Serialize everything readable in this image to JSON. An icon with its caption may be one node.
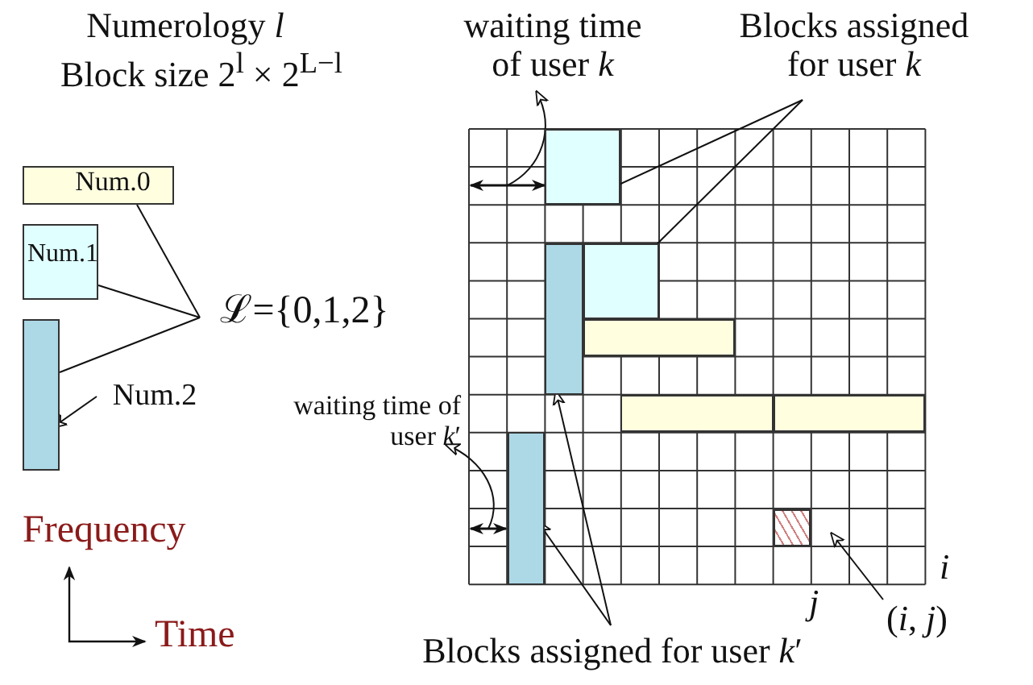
{
  "diagram": {
    "nodes": [
      {
        "text": [
          "Num.0"
        ]
      },
      {
        "text": [
          "Num.1"
        ]
      },
      {
        "text": [],
        "shape": "bar"
      },
      {
        "text": [
          "Num.2"
        ]
      },
      {
        "text": [
          "ℒ={0,1,2}"
        ]
      },
      {
        "text": [
          "waiting time of user *k*"
        ]
      },
      {
        "text": [],
        "shape": "arrow"
      },
      {
        "text": [
          "Blocks assigned for user *k*"
        ]
      },
      {
        "text": [],
        "shape": "box"
      },
      {
        "text": [],
        "shape": "box"
      },
      {
        "text": [],
        "shape": "box"
      },
      {
        "text": [],
        "shape": "box"
      },
      {
        "text": [],
        "shape": "box"
      },
      {
        "text": [],
        "shape": "box"
      },
      {
        "text": [],
        "shape": "box"
      },
      {
        "text": [],
        "shape": "box"
      },
      {
        "text": [
          "waiting time of user *k*′"
        ]
      },
      {
        "text": [],
        "shape": "arrow"
      },
      {
        "text": [
          "Blocks assigned for user *k*′"
        ]
      },
      {
        "text": [
          "(*i*, *j*)"
        ]
      }
    ],
    "edges": [
      {
        "from": 4,
        "to": 0,
        "arrow": "none"
      },
      {
        "from": 4,
        "to": 1,
        "arrow": "none"
      },
      {
        "from": 4,
        "to": 2,
        "arrow": "none"
      },
      {
        "from": 3,
        "to": 2,
        "arrow": "to"
      },
      {
        "from": 6,
        "to": 5,
        "arrow": "to"
      },
      {
        "from": 7,
        "to": 8,
        "arrow": "to"
      },
      {
        "from": 7,
        "to": 9,
        "arrow": "to"
      },
      {
        "from": 17,
        "to": 16,
        "arrow": "to"
      },
      {
        "from": 18,
        "to": 10,
        "arrow": "to"
      },
      {
        "from": 18,
        "to": 14,
        "arrow": "to"
      },
      {
        "from": 19,
        "to": 15,
        "arrow": "to"
      }
    ],
    "labels": [
      "Numerology *l*",
      "Block size 2$^{l}$ × 2$^{L−l}$",
      "*i*",
      "*j*",
      "Frequency",
      "Time"
    ]
  }
}
